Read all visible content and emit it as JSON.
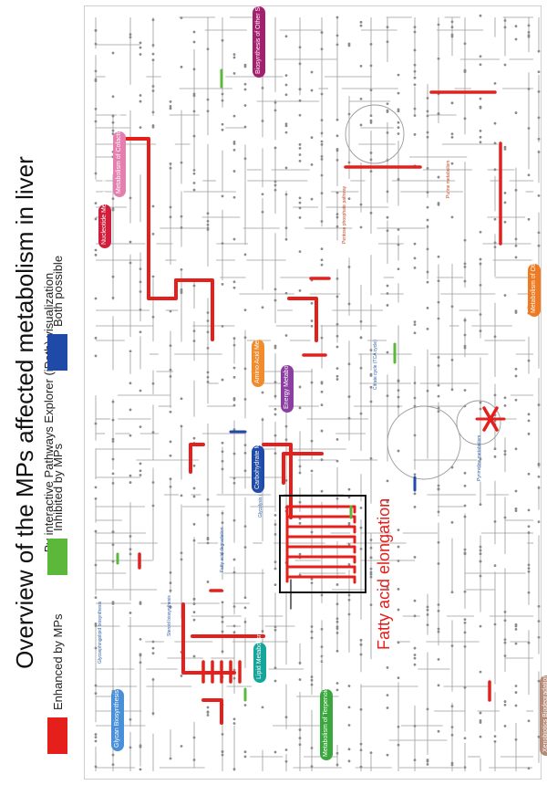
{
  "header": {
    "title": "Overview of the MPs affected metabolism in liver",
    "subtitle": "By interactive Pathways Explorer (iPath) visualization"
  },
  "legend": [
    {
      "label": "Enhanced by MPs",
      "color": "#e5201c"
    },
    {
      "label": "Inhibited by MPs",
      "color": "#5cb83a"
    },
    {
      "label": "Both possible",
      "color": "#1f4aa8"
    }
  ],
  "callout": {
    "label": "Fatty acid elongation",
    "color": "#e5201c"
  },
  "categories": [
    {
      "label": "Glycan Biosynthesis and Metabolism",
      "color": "#4a90d9"
    },
    {
      "label": "Lipid Metabolism",
      "color": "#15a59a"
    },
    {
      "label": "Carbohydrate Metabolism",
      "color": "#1f4aa8"
    },
    {
      "label": "Amino Acid Metabolism",
      "color": "#f08c2e"
    },
    {
      "label": "Energy Metabolism",
      "color": "#8b3fa0"
    },
    {
      "label": "Nucleotide Metabolism",
      "color": "#d01f3c"
    },
    {
      "label": "Metabolism of Cofactors and Vitamins",
      "color": "#e47fb0"
    },
    {
      "label": "Biosynthesis of Other Secondary Metabolites",
      "color": "#a4206e"
    },
    {
      "label": "Metabolism of Other Amino Acids",
      "color": "#f07a22"
    },
    {
      "label": "Metabolism of Terpenoids and Polyketides",
      "color": "#3aa73c"
    },
    {
      "label": "Xenobiotics Biodegradation and Metabolism",
      "color": "#b48b78"
    }
  ],
  "map_labels": [
    "Glycosphingolipid biosynthesis",
    "Steroid biosynthesis",
    "Fatty acid degradation",
    "Glycolysis / Gluconeogenesis",
    "Citrate cycle (TCA cycle)",
    "Pentose phosphate pathway",
    "Purine metabolism",
    "Pyrimidine metabolism"
  ]
}
